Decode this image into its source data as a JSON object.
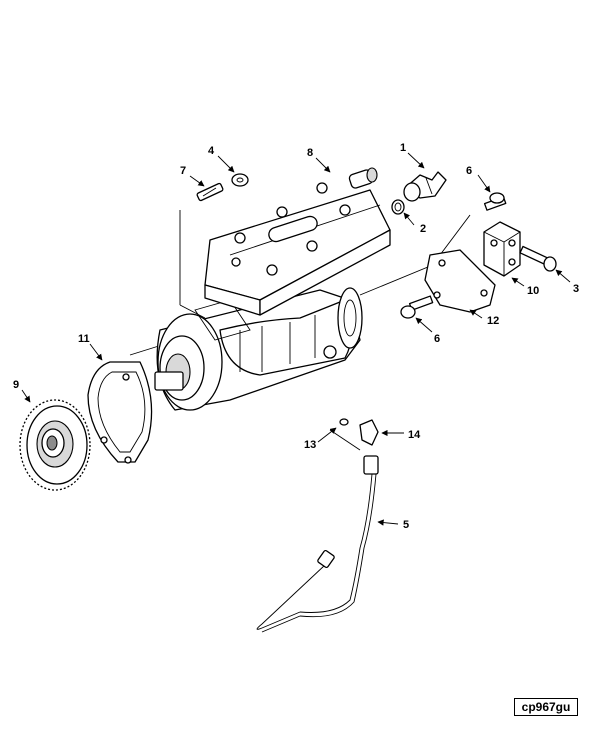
{
  "figure_code": "cp967gu",
  "callouts": [
    {
      "id": "c1",
      "label": "1"
    },
    {
      "id": "c2",
      "label": "2"
    },
    {
      "id": "c3",
      "label": "3"
    },
    {
      "id": "c4",
      "label": "4"
    },
    {
      "id": "c5",
      "label": "5"
    },
    {
      "id": "c6a",
      "label": "6"
    },
    {
      "id": "c6b",
      "label": "6"
    },
    {
      "id": "c7",
      "label": "7"
    },
    {
      "id": "c8",
      "label": "8"
    },
    {
      "id": "c9",
      "label": "9"
    },
    {
      "id": "c10",
      "label": "10"
    },
    {
      "id": "c11",
      "label": "11"
    },
    {
      "id": "c12",
      "label": "12"
    },
    {
      "id": "c13",
      "label": "13"
    },
    {
      "id": "c14",
      "label": "14"
    }
  ]
}
